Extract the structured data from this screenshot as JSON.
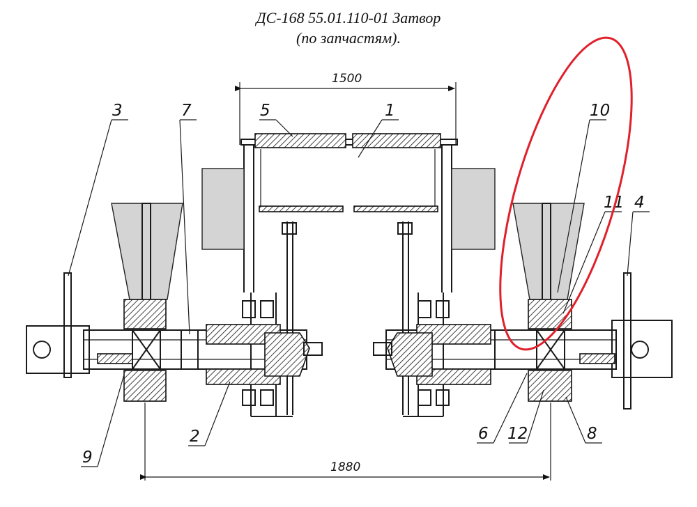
{
  "title": {
    "line1": "ДС-168 55.01.110-01 Затвор",
    "line2": "(по запчастям)."
  },
  "dimensions": {
    "top": "1500",
    "bottom": "1880"
  },
  "callouts": {
    "c1": "1",
    "c2": "2",
    "c3": "3",
    "c4": "4",
    "c5": "5",
    "c6": "6",
    "c7": "7",
    "c8": "8",
    "c9": "9",
    "c10": "10",
    "c11": "11",
    "c12": "12"
  },
  "highlight": {
    "color": "#e0202a"
  }
}
